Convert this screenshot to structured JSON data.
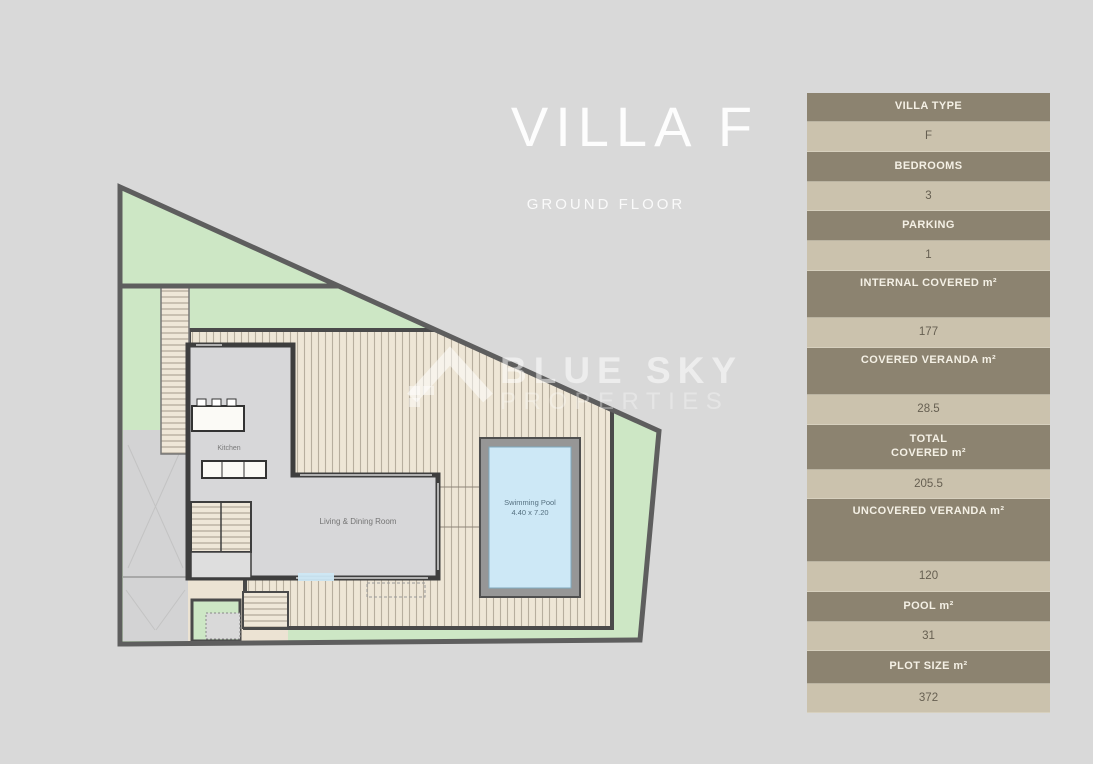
{
  "page": {
    "background": "#d9d9d9"
  },
  "title": {
    "text": "VILLA F",
    "subtitle": "GROUND  FLOOR",
    "color": "#fdfdfd"
  },
  "watermark": {
    "line1": "BLUE SKY",
    "line2": "PROPERTIES",
    "logo": "roof-chevron-icon"
  },
  "plan": {
    "labels": {
      "kitchen": "Kitchen",
      "living": "Living &  Dining Room",
      "pool_line1": "Swimming Pool",
      "pool_line2": "4.40 x 7.20"
    },
    "colors": {
      "garden_green": "#cde7c5",
      "plot_boundary": "#5e5e5e",
      "deck_base": "#eee6d6",
      "deck_plank_line": "#b7ae9e",
      "house_floor": "#d7d7d9",
      "wall": "#3e3e3e",
      "pool_water": "#cde8f6",
      "pool_frame": "#969696",
      "driveway_gray": "#d3d3d4"
    }
  },
  "spec_table": {
    "header_bg": "#8c8370",
    "value_bg": "#cbc2ad",
    "header_color": "#f4f0e5",
    "value_color": "#665f51",
    "rows": [
      {
        "kind": "header",
        "label": "VILLA  TYPE",
        "h": 29,
        "valign": "center"
      },
      {
        "kind": "value",
        "label": "F",
        "h": 30,
        "valign": "center"
      },
      {
        "kind": "header",
        "label": "BEDROOMS",
        "h": 30,
        "valign": "center"
      },
      {
        "kind": "value",
        "label": "3",
        "h": 29,
        "valign": "center"
      },
      {
        "kind": "header",
        "label": "PARKING",
        "h": 30,
        "valign": "center"
      },
      {
        "kind": "value",
        "label": "1",
        "h": 30,
        "valign": "center"
      },
      {
        "kind": "header",
        "label": "INTERNAL  COVERED m²",
        "h": 47,
        "valign": "top"
      },
      {
        "kind": "value",
        "label": "177",
        "h": 30,
        "valign": "center"
      },
      {
        "kind": "header",
        "label": "COVERED  VERANDA m²",
        "h": 47,
        "valign": "top"
      },
      {
        "kind": "value",
        "label": "28.5",
        "h": 30,
        "valign": "center"
      },
      {
        "kind": "header",
        "label": "TOTAL\nCOVERED m²",
        "h": 45,
        "valign": "center"
      },
      {
        "kind": "value",
        "label": "205.5",
        "h": 29,
        "valign": "center"
      },
      {
        "kind": "header",
        "label": "UNCOVERED  VERANDA m²",
        "h": 63,
        "valign": "top"
      },
      {
        "kind": "value",
        "label": "120",
        "h": 30,
        "valign": "center"
      },
      {
        "kind": "header",
        "label": "POOL m²",
        "h": 30,
        "valign": "center"
      },
      {
        "kind": "value",
        "label": "31",
        "h": 29,
        "valign": "center"
      },
      {
        "kind": "header",
        "label": "PLOT SIZE m²",
        "h": 33,
        "valign": "center"
      },
      {
        "kind": "value",
        "label": "372",
        "h": 29,
        "valign": "center"
      }
    ]
  }
}
